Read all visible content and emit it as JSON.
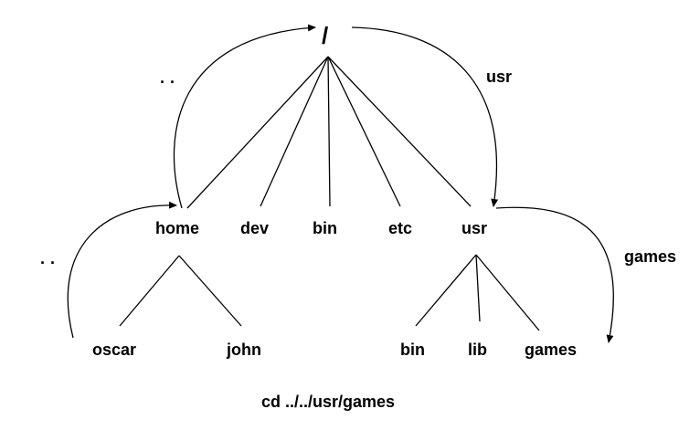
{
  "tree": {
    "root": "/",
    "level1": [
      "home",
      "dev",
      "bin",
      "etc",
      "usr"
    ],
    "home_children": [
      "oscar",
      "john"
    ],
    "usr_children": [
      "bin",
      "lib",
      "games"
    ]
  },
  "path_steps": {
    "up_from_home": "..",
    "up_from_oscar": "..",
    "into_usr": "usr",
    "into_games": "games"
  },
  "command": "cd ../../usr/games",
  "colors": {
    "ink": "#000000",
    "background": "#ffffff"
  }
}
